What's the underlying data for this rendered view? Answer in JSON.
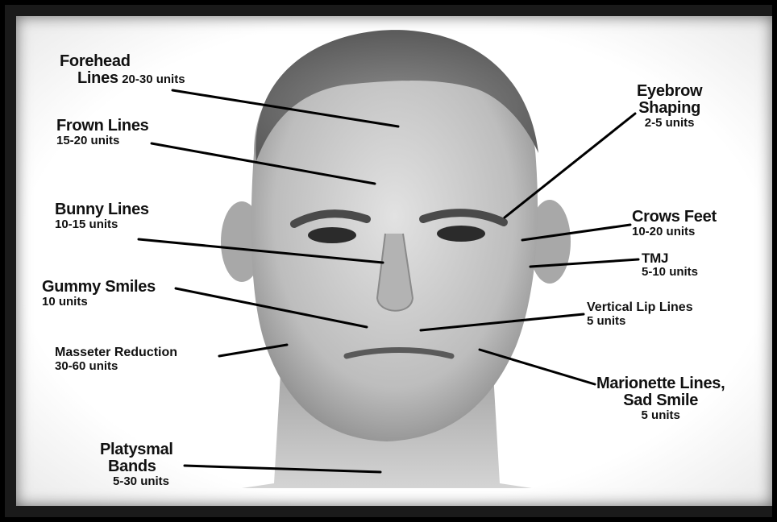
{
  "colors": {
    "frame": "#000000",
    "mat": "#ffffff",
    "text": "#111111",
    "skin": "#c9c9c9"
  },
  "image": {
    "subject": "face-photo"
  },
  "annotations": {
    "forehead": {
      "title_1": "Forehead",
      "title_2": "Lines",
      "units": "20-30 units"
    },
    "frown": {
      "title": "Frown Lines",
      "units": "15-20 units"
    },
    "bunny": {
      "title": "Bunny Lines",
      "units": "10-15 units"
    },
    "gummy": {
      "title": "Gummy Smiles",
      "units": "10 units"
    },
    "masseter": {
      "title": "Masseter Reduction",
      "units": "30-60 units"
    },
    "platysmal": {
      "title_1": "Platysmal",
      "title_2": "Bands",
      "units": "5-30 units"
    },
    "eyebrow": {
      "title_1": "Eyebrow",
      "title_2": "Shaping",
      "units": "2-5 units"
    },
    "crows": {
      "title": "Crows Feet",
      "units": "10-20 units"
    },
    "tmj": {
      "title": "TMJ",
      "units": "5-10 units"
    },
    "lip": {
      "title": "Vertical Lip Lines",
      "units": "5 units"
    },
    "marionette": {
      "title_1": "Marionette Lines,",
      "title_2": "Sad Smile",
      "units": "5 units"
    }
  }
}
